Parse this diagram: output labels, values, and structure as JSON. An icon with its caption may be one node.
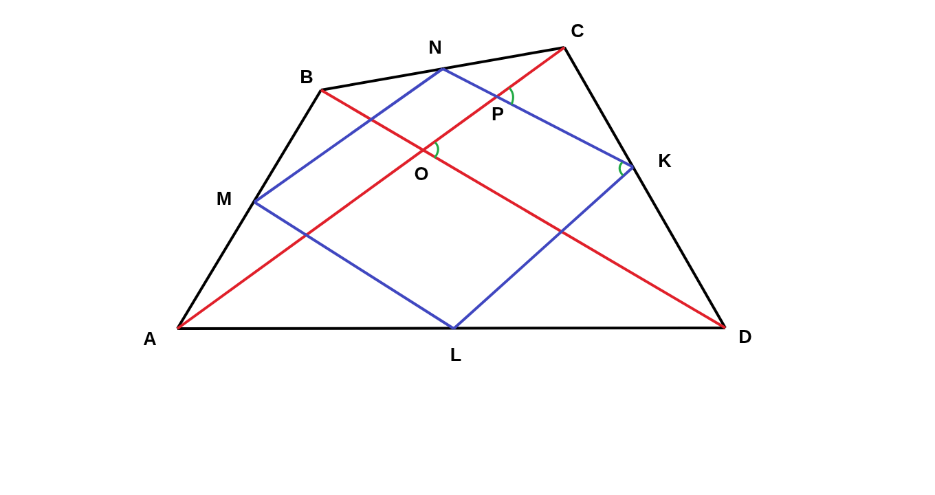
{
  "diagram": {
    "nodes": [
      {
        "text": [
          "A"
        ]
      },
      {
        "text": [
          "B"
        ]
      },
      {
        "text": [
          "C"
        ]
      },
      {
        "text": [
          "D"
        ]
      },
      {
        "text": [
          "M"
        ]
      },
      {
        "text": [
          "N"
        ]
      },
      {
        "text": [
          "K"
        ]
      },
      {
        "text": [
          "L"
        ]
      },
      {
        "text": [
          "O"
        ]
      },
      {
        "text": [
          "P"
        ]
      }
    ],
    "edges": [
      {
        "from": 0,
        "to": 1,
        "arrow": "none",
        "color": "#000000"
      },
      {
        "from": 1,
        "to": 2,
        "arrow": "none",
        "color": "#000000"
      },
      {
        "from": 2,
        "to": 3,
        "arrow": "none",
        "color": "#000000"
      },
      {
        "from": 3,
        "to": 0,
        "arrow": "none",
        "color": "#000000"
      },
      {
        "from": 0,
        "to": 8,
        "arrow": "none",
        "color": "#e0202a"
      },
      {
        "from": 8,
        "to": 9,
        "arrow": "none",
        "color": "#e0202a"
      },
      {
        "from": 9,
        "to": 2,
        "arrow": "none",
        "color": "#e0202a"
      },
      {
        "from": 1,
        "to": 8,
        "arrow": "none",
        "color": "#e0202a"
      },
      {
        "from": 8,
        "to": 3,
        "arrow": "none",
        "color": "#e0202a"
      },
      {
        "from": 4,
        "to": 5,
        "arrow": "none",
        "color": "#4047c0"
      },
      {
        "from": 5,
        "to": 9,
        "arrow": "none",
        "color": "#4047c0"
      },
      {
        "from": 9,
        "to": 6,
        "arrow": "none",
        "color": "#4047c0"
      },
      {
        "from": 6,
        "to": 7,
        "arrow": "none",
        "color": "#4047c0"
      },
      {
        "from": 7,
        "to": 4,
        "arrow": "none",
        "color": "#4047c0"
      }
    ]
  }
}
